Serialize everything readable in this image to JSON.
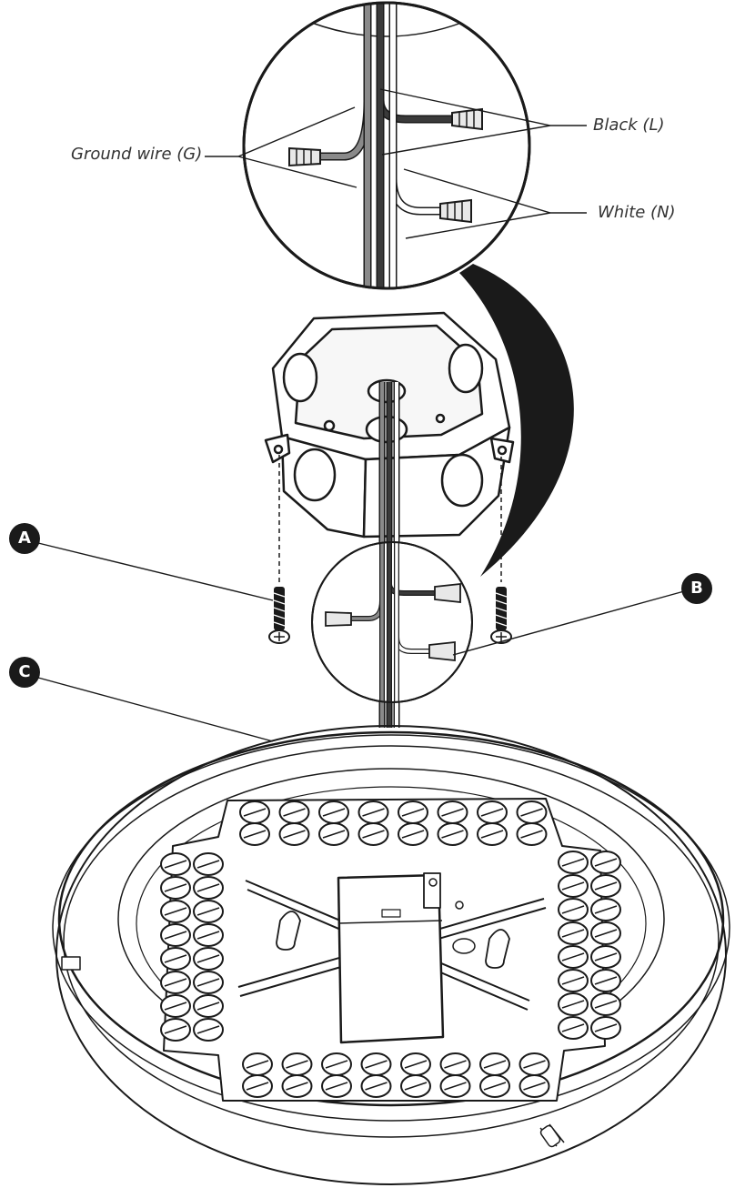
{
  "labels": {
    "ground": "Ground wire (G)",
    "black": "Black (L)",
    "white": "White (N)"
  },
  "badges": {
    "a": "A",
    "b": "B",
    "c": "C"
  },
  "colors": {
    "line": "#1a1a1a",
    "badge_fill": "#1a1a1a",
    "badge_text": "#ffffff",
    "label_text": "#333333",
    "black_wire": "#2a2a2a",
    "ground_wire": "#8a8a8a",
    "white_wire": "#ffffff"
  }
}
